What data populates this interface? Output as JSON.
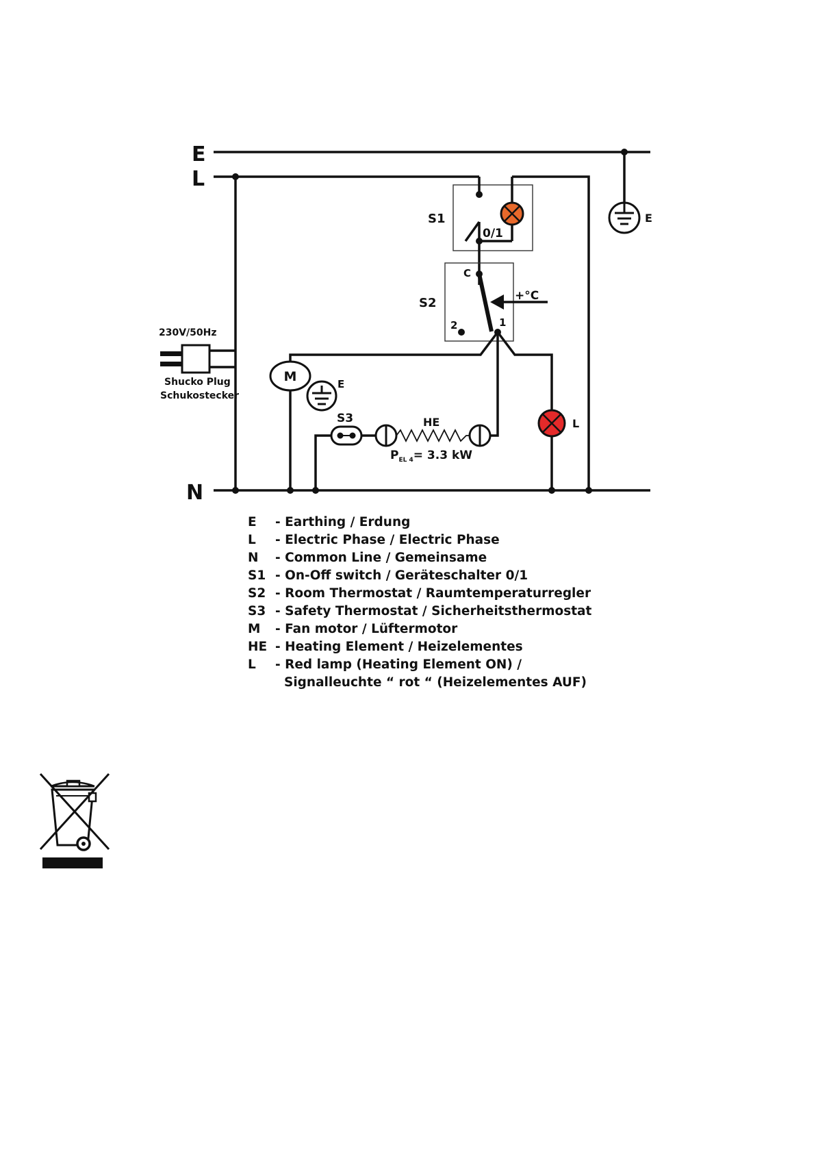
{
  "diagram": {
    "rails": {
      "earth": "E",
      "phase": "L",
      "neutral": "N"
    },
    "supply": {
      "voltage": "230V/50Hz",
      "plug_line1": "Shucko Plug",
      "plug_line2": "Schukostecker"
    },
    "components": {
      "s1": {
        "label": "S1",
        "position_label": "0/1"
      },
      "s2": {
        "label": "S2",
        "terminal_c": "C",
        "terminal_2": "2",
        "terminal_1": "1",
        "sense_label": "+°C"
      },
      "s3": {
        "label": "S3"
      },
      "motor": {
        "label": "M"
      },
      "heater": {
        "label": "HE",
        "power_prefix": "P",
        "power_subscript": "EL 4",
        "power_value": "= 3.3 kW"
      },
      "lamp": {
        "label": "L"
      },
      "earth_right": {
        "label": "E"
      },
      "earth_motor": {
        "label": "E"
      }
    },
    "colors": {
      "indicator_orange": "#E8692B",
      "lamp_red": "#E42A2A",
      "wire": "#111111"
    }
  },
  "legend": [
    {
      "code": "E",
      "desc": "- Earthing / Erdung"
    },
    {
      "code": "L",
      "desc": "- Electric Phase / Electric Phase"
    },
    {
      "code": "N",
      "desc": "- Common Line / Gemeinsame"
    },
    {
      "code": "S1",
      "desc": "- On-Off switch / Geräteschalter 0/1"
    },
    {
      "code": "S2",
      "desc": "- Room Thermostat / Raumtemperaturregler"
    },
    {
      "code": "S3",
      "desc": "- Safety Thermostat / Sicherheitsthermostat"
    },
    {
      "code": "M",
      "desc": "- Fan motor / Lüftermotor"
    },
    {
      "code": "HE",
      "desc": "- Heating Element / Heizelementes"
    },
    {
      "code": "L",
      "desc": "- Red lamp (Heating Element ON) /"
    }
  ],
  "legend_continuation": "Signalleuchte “ rot “ (Heizelementes AUF)",
  "icons": {
    "disposal": "crossed-out-wheelie-bin-icon"
  }
}
